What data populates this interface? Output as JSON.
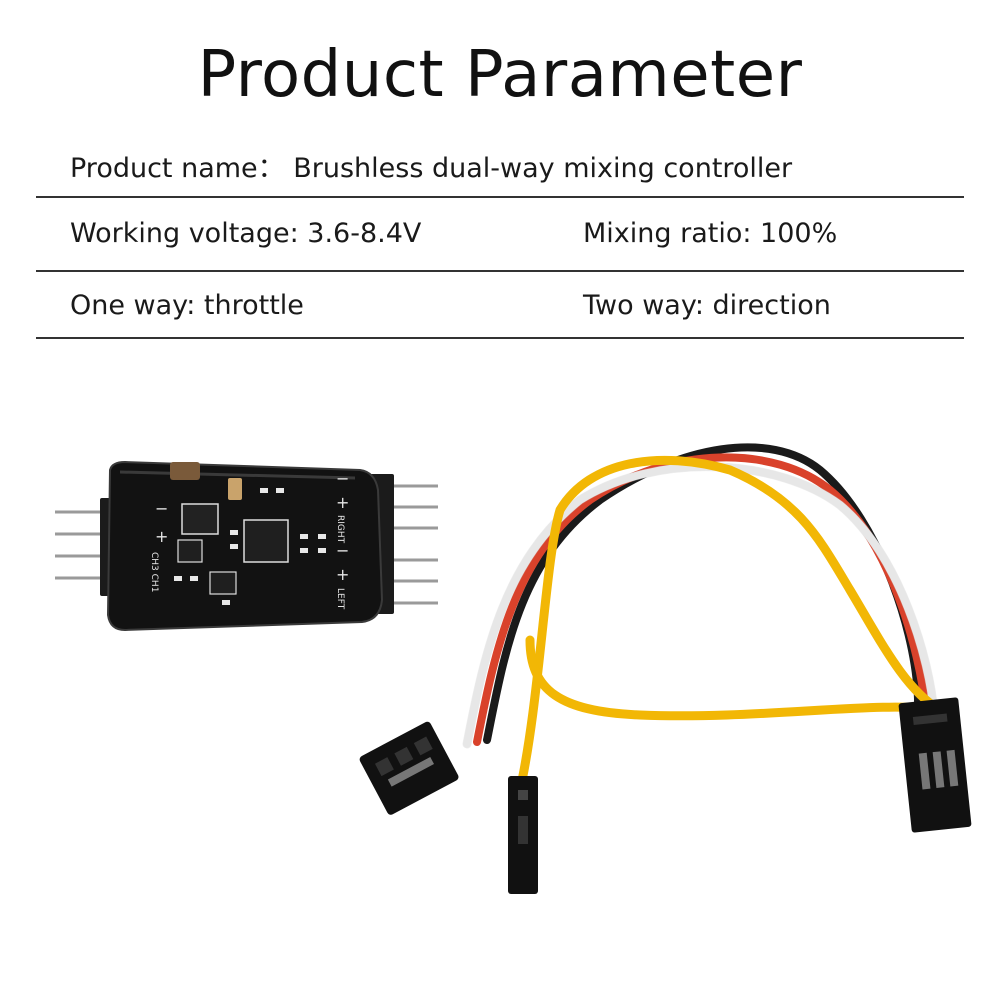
{
  "title": "Product Parameter",
  "specs": {
    "product_name": "Product name： Brushless dual-way mixing controller",
    "working_voltage": "Working voltage: 3.6-8.4V",
    "mixing_ratio": "Mixing ratio: 100%",
    "one_way": "One way: throttle",
    "two_way": "Two way: direction"
  },
  "board_labels": {
    "right": "RIGHT",
    "left": "LEFT",
    "ch": "CH3 CH1"
  },
  "colors": {
    "wire_yellow": "#f2b705",
    "wire_red": "#d9422b",
    "wire_white": "#f4f4f4",
    "wire_black": "#1a1a1a",
    "pcb": "#111111",
    "pin": "#9a9a9a"
  }
}
